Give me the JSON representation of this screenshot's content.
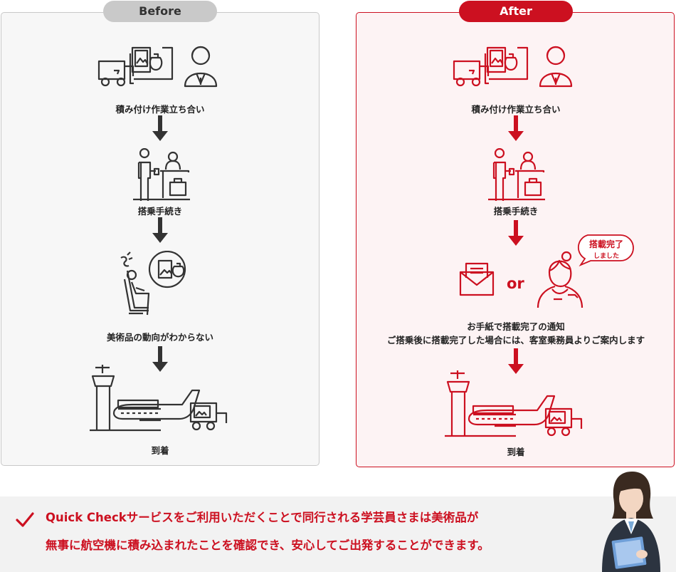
{
  "before": {
    "tag": "Before",
    "steps": [
      {
        "label": "積み付け作業立ち合い",
        "icon": "forklift-painting-staff-icon"
      },
      {
        "label": "搭乗手続き",
        "icon": "check-in-counter-icon"
      },
      {
        "label": "美術品の動向がわからない",
        "icon": "worried-passenger-icon"
      },
      {
        "label": "到着",
        "icon": "airport-arrival-icon"
      }
    ]
  },
  "after": {
    "tag": "After",
    "steps": [
      {
        "label": "積み付け作業立ち合い",
        "icon": "forklift-painting-staff-icon"
      },
      {
        "label": "搭乗手続き",
        "icon": "check-in-counter-icon"
      },
      {
        "label_line1": "お手紙で搭載完了の通知",
        "label_line2": "ご搭乗後に搭載完了した場合には、客室乗務員よりご案内します",
        "icon": "letter-or-cabin-crew-icon"
      },
      {
        "label": "到着",
        "icon": "airport-arrival-icon"
      }
    ],
    "or_text": "or",
    "bubble_title": "搭載完了",
    "bubble_sub": "しました"
  },
  "message": {
    "line1": "Quick Checkサービスをご利用いただくことで同行される学芸員さまは美術品が",
    "line2": "無事に航空機に積み込まれたことを確認でき、安心してご出発することができます。"
  },
  "colors": {
    "accent": "#cc1020",
    "neutral": "#333333",
    "before_pill": "#c9c9c9"
  }
}
